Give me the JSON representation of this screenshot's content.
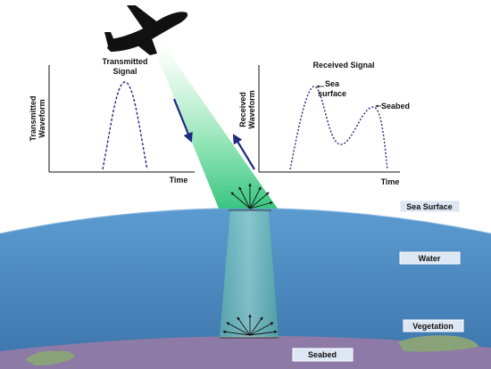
{
  "transmitted": {
    "title_line1": "Transmitted",
    "title_line2": "Signal",
    "ylabel_line1": "Transmitted",
    "ylabel_line2": "Waveform",
    "xlabel": "Time"
  },
  "received": {
    "title": "Received Signal",
    "ylabel_line1": "Received",
    "ylabel_line2": "Waveform",
    "xlabel": "Time",
    "annotation_sea_line1": "Sea",
    "annotation_sea_line2": "surface",
    "annotation_seabed": "Seabed"
  },
  "layers": {
    "sea_surface": "Sea Surface",
    "water": "Water",
    "vegetation": "Vegetation",
    "seabed": "Seabed"
  },
  "colors": {
    "water_top": "#4f8fc2",
    "water_bottom": "#3e78ad",
    "seabed": "#8d7aa6",
    "vegetation": "#8aa27a",
    "beam": "#2ec27a",
    "arrow": "#1f2a80",
    "label_box": "#dde6f3"
  },
  "icons": {
    "aircraft": "airplane-icon"
  }
}
